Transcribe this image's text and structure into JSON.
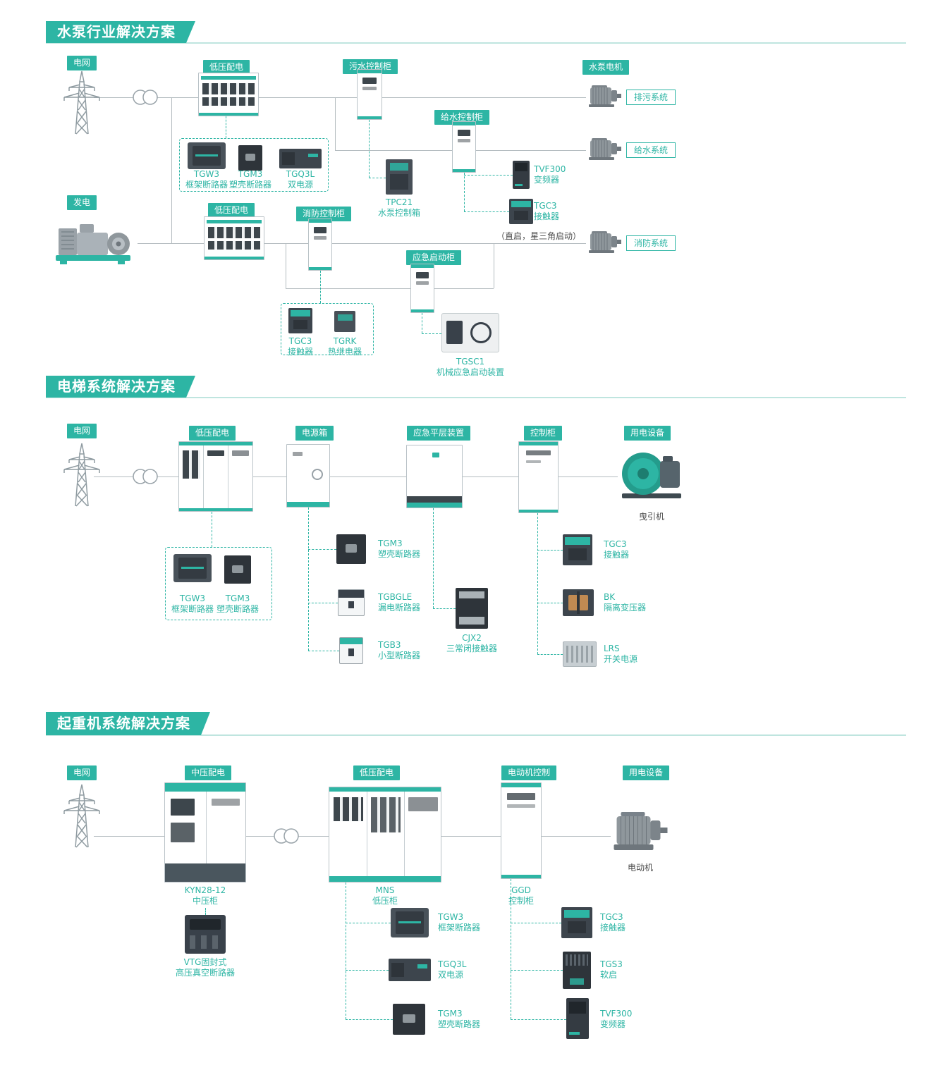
{
  "colors": {
    "accent": "#2db5a4"
  },
  "sections": [
    {
      "title": "水泵行业解决方案",
      "badges": {
        "grid": "电网",
        "lv1": "低压配电",
        "sewage": "污水控制柜",
        "water": "给水控制柜",
        "pump_motor": "水泵电机",
        "gen": "发电",
        "lv2": "低压配电",
        "fire": "消防控制柜",
        "emergency": "应急启动柜"
      },
      "systems": {
        "drain": "排污系统",
        "supply": "给水系统",
        "fire": "消防系统"
      },
      "products": {
        "tgw3": {
          "model": "TGW3",
          "desc": "框架断路器"
        },
        "tgm3": {
          "model": "TGM3",
          "desc": "塑壳断路器"
        },
        "tgq3l": {
          "model": "TGQ3L",
          "desc": "双电源"
        },
        "tpc21": {
          "model": "TPC21",
          "desc": "水泵控制箱"
        },
        "tvf300": {
          "model": "TVF300",
          "desc": "变频器"
        },
        "tgc3a": {
          "model": "TGC3",
          "desc": "接触器"
        },
        "tgc3b": {
          "model": "TGC3",
          "desc": "接触器"
        },
        "tgrk": {
          "model": "TGRK",
          "desc": "热继电器"
        },
        "tgsc1": {
          "model": "TGSC1",
          "desc": "机械应急启动装置"
        }
      },
      "note": "（直启，星三角启动）"
    },
    {
      "title": "电梯系统解决方案",
      "badges": {
        "grid": "电网",
        "lv": "低压配电",
        "power_box": "电源箱",
        "leveling": "应急平层装置",
        "control": "控制柜",
        "load": "用电设备"
      },
      "labels": {
        "traction": "曳引机"
      },
      "products": {
        "tgw3": {
          "model": "TGW3",
          "desc": "框架断路器"
        },
        "tgm3a": {
          "model": "TGM3",
          "desc": "塑壳断路器"
        },
        "tgm3b": {
          "model": "TGM3",
          "desc": "塑壳断路器"
        },
        "tgbgle": {
          "model": "TGBGLE",
          "desc": "漏电断路器"
        },
        "tgb3": {
          "model": "TGB3",
          "desc": "小型断路器"
        },
        "cjx2": {
          "model": "CJX2",
          "desc": "三常闭接触器"
        },
        "tgc3": {
          "model": "TGC3",
          "desc": "接触器"
        },
        "bk": {
          "model": "BK",
          "desc": "隔离变压器"
        },
        "lrs": {
          "model": "LRS",
          "desc": "开关电源"
        }
      }
    },
    {
      "title": "起重机系统解决方案",
      "badges": {
        "grid": "电网",
        "mv": "中压配电",
        "lv": "低压配电",
        "motor_control": "电动机控制",
        "load": "用电设备"
      },
      "labels": {
        "kyn": {
          "model": "KYN28-12",
          "desc": "中压柜"
        },
        "mns": {
          "model": "MNS",
          "desc": "低压柜"
        },
        "ggd": {
          "model": "GGD",
          "desc": "控制柜"
        },
        "motor": "电动机"
      },
      "products": {
        "vtg": {
          "model": "VTG固封式",
          "desc": "高压真空断路器"
        },
        "tgw3": {
          "model": "TGW3",
          "desc": "框架断路器"
        },
        "tgq3l": {
          "model": "TGQ3L",
          "desc": "双电源"
        },
        "tgm3": {
          "model": "TGM3",
          "desc": "塑壳断路器"
        },
        "tgc3": {
          "model": "TGC3",
          "desc": "接触器"
        },
        "tgs3": {
          "model": "TGS3",
          "desc": "软启"
        },
        "tvf300": {
          "model": "TVF300",
          "desc": "变频器"
        }
      }
    }
  ]
}
